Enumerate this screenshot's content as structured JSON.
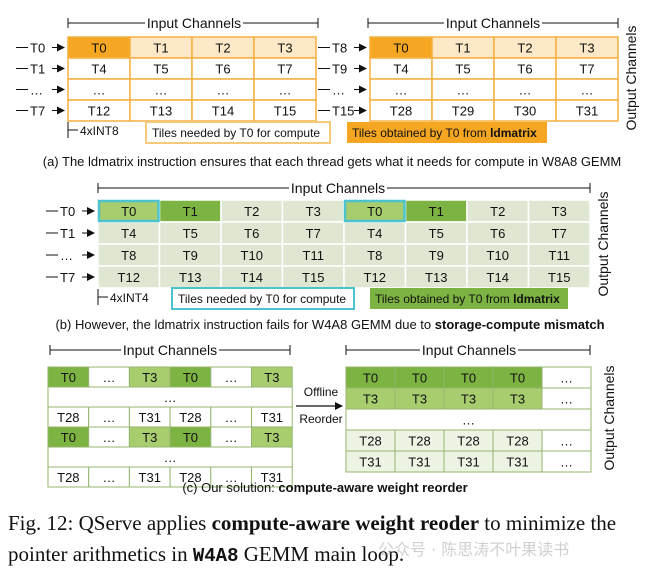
{
  "colors": {
    "orange_border": "#f5b041",
    "orange_fill": "#f5a623",
    "orange_light": "#fde9c7",
    "green_dark": "#7cb342",
    "green_mid": "#a8cd6f",
    "green_light": "#dfe7d2",
    "green_pale": "#eef4e4",
    "cyan": "#4dc3cf",
    "olive_border": "#94b66e"
  },
  "labels": {
    "input_channels": "Input Channels",
    "output_channels": "Output Channels",
    "int8_width": "4xINT8",
    "int4_width": "4xINT4",
    "offline": "Offline",
    "reorder": "Reorder",
    "needed_a": "Tiles needed by T0 for compute",
    "obtained_a_prefix": "Tiles obtained by T0 from ",
    "obtained_a_bold": "ldmatrix",
    "needed_b": "Tiles needed by T0 for compute",
    "obtained_b_prefix": "Tiles obtained by T0 from ",
    "obtained_b_bold": "ldmatrix"
  },
  "panel_a": {
    "left_threads": [
      "T0",
      "T1",
      "…",
      "T7"
    ],
    "right_threads": [
      "T8",
      "T9",
      "…",
      "T15"
    ],
    "left_grid": [
      [
        "T0",
        "T1",
        "T2",
        "T3"
      ],
      [
        "T4",
        "T5",
        "T6",
        "T7"
      ],
      [
        "…",
        "…",
        "…",
        "…"
      ],
      [
        "T12",
        "T13",
        "T14",
        "T15"
      ]
    ],
    "right_grid": [
      [
        "T0",
        "T1",
        "T2",
        "T3"
      ],
      [
        "T4",
        "T5",
        "T6",
        "T7"
      ],
      [
        "…",
        "…",
        "…",
        "…"
      ],
      [
        "T28",
        "T29",
        "T30",
        "T31"
      ]
    ],
    "caption": "(a) The ldmatrix instruction ensures that each thread gets what it needs for compute in W8A8 GEMM"
  },
  "panel_b": {
    "threads": [
      "T0",
      "T1",
      "…",
      "T7"
    ],
    "grid": [
      [
        "T0",
        "T1",
        "T2",
        "T3",
        "T0",
        "T1",
        "T2",
        "T3"
      ],
      [
        "T4",
        "T5",
        "T6",
        "T7",
        "T4",
        "T5",
        "T6",
        "T7"
      ],
      [
        "T8",
        "T9",
        "T10",
        "T11",
        "T8",
        "T9",
        "T10",
        "T11"
      ],
      [
        "T12",
        "T13",
        "T14",
        "T15",
        "T12",
        "T13",
        "T14",
        "T15"
      ]
    ],
    "caption_prefix": "(b) However, the ldmatrix instruction fails for W4A8 GEMM due to ",
    "caption_bold": "storage-compute mismatch"
  },
  "panel_c": {
    "left_rows": [
      [
        "T0",
        "…",
        "T3",
        "T0",
        "…",
        "T3"
      ],
      [
        "…"
      ],
      [
        "T28",
        "…",
        "T31",
        "T28",
        "…",
        "T31"
      ],
      [
        "T0",
        "…",
        "T3",
        "T0",
        "…",
        "T3"
      ],
      [
        "…"
      ],
      [
        "T28",
        "…",
        "T31",
        "T28",
        "…",
        "T31"
      ]
    ],
    "right_rows": [
      [
        "T0",
        "T0",
        "T0",
        "T0",
        "…"
      ],
      [
        "T3",
        "T3",
        "T3",
        "T3",
        "…"
      ],
      [
        "…"
      ],
      [
        "T28",
        "T28",
        "T28",
        "T28",
        "…"
      ],
      [
        "T31",
        "T31",
        "T31",
        "T31",
        "…"
      ]
    ],
    "caption_prefix": "(c) Our solution: ",
    "caption_bold": "compute-aware weight reorder"
  },
  "figure_caption": {
    "p1": "Fig. 12: QServe applies ",
    "b1": "compute-aware weight reoder",
    "p2": " to minimize the pointer arithmetics in ",
    "mono": "W4A8",
    "p3": " GEMM main loop."
  },
  "watermark": "公众号 · 陈思涛不叶果读书"
}
